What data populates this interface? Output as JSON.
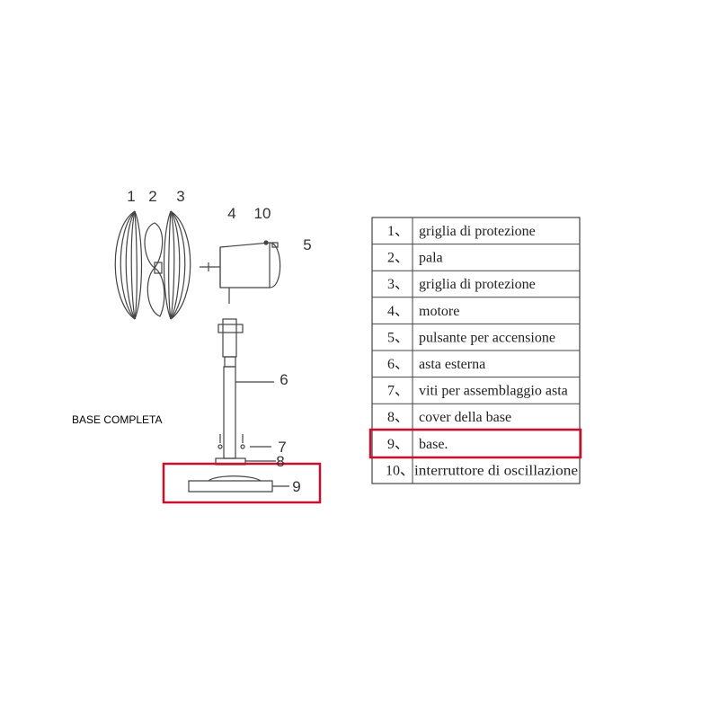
{
  "caption": "BASE COMPLETA",
  "callouts": [
    "1",
    "2",
    "3",
    "4",
    "10",
    "5",
    "6",
    "7",
    "8",
    "9"
  ],
  "parts": [
    {
      "num": "1、",
      "name": "griglia di protezione"
    },
    {
      "num": "2、",
      "name": "pala"
    },
    {
      "num": "3、",
      "name": "griglia di protezione"
    },
    {
      "num": "4、",
      "name": "motore"
    },
    {
      "num": "5、",
      "name": "pulsante per accensione"
    },
    {
      "num": "6、",
      "name": "asta esterna"
    },
    {
      "num": "7、",
      "name": "viti per assemblaggio asta"
    },
    {
      "num": "8、",
      "name": "cover della base"
    },
    {
      "num": "9、",
      "name": "base."
    },
    {
      "num": "10、",
      "name": "interruttore di oscillazione"
    }
  ],
  "highlight": {
    "part_index": 8,
    "color": "#c8102e"
  },
  "line_color": "#444444"
}
